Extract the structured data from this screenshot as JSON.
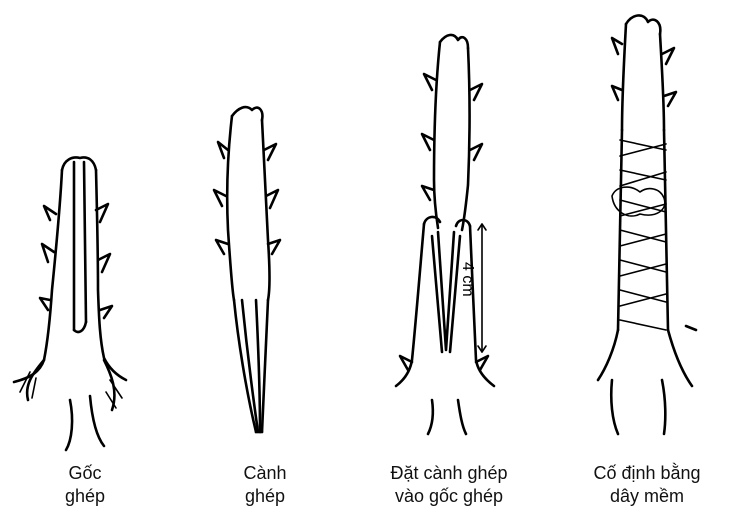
{
  "panels": [
    {
      "caption_line1": "Gốc",
      "caption_line2": "ghép"
    },
    {
      "caption_line1": "Cành",
      "caption_line2": "ghép"
    },
    {
      "caption_line1": "Đặt cành ghép",
      "caption_line2": "vào gốc ghép"
    },
    {
      "caption_line1": "Cố định bằng",
      "caption_line2": "dây mềm"
    }
  ],
  "measurement": {
    "label": "4 cm"
  }
}
